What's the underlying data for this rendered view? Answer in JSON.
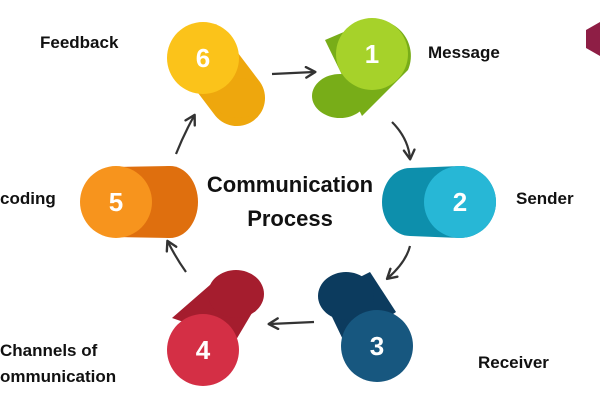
{
  "diagram": {
    "title_line1": "Communication",
    "title_line2": "Process",
    "steps": [
      {
        "number": "1",
        "label": "Message",
        "color_light": "#a6d22a",
        "color_dark": "#78ad18"
      },
      {
        "number": "2",
        "label": "Sender",
        "color_light": "#27b7d6",
        "color_dark": "#0d8fac"
      },
      {
        "number": "3",
        "label": "Receiver",
        "color_light": "#17577f",
        "color_dark": "#0c3b5e"
      },
      {
        "number": "4",
        "label_line1": "Channels of",
        "label_line2": "ommunication",
        "color_light": "#d42f45",
        "color_dark": "#a51d2e"
      },
      {
        "number": "5",
        "label": "coding",
        "color_light": "#f7941d",
        "color_dark": "#df6f0e"
      },
      {
        "number": "6",
        "label": "Feedback",
        "color_light": "#fbc31a",
        "color_dark": "#eea70d"
      }
    ],
    "arrow_color": "#333333",
    "corner_accent_color": "#8e1e45"
  }
}
